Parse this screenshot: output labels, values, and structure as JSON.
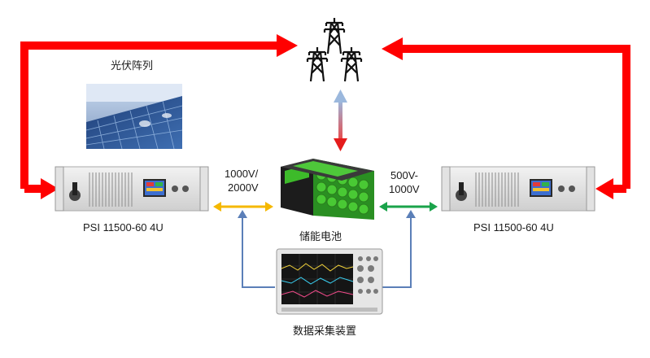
{
  "labels": {
    "pv_array": "光伏阵列",
    "left_device": "PSI 11500-60 4U",
    "right_device": "PSI 11500-60 4U",
    "left_voltage_line1": "1000V/",
    "left_voltage_line2": "2000V",
    "right_voltage_line1": "500V-",
    "right_voltage_line2": "1000V",
    "battery": "储能电池",
    "daq": "数据采集装置"
  },
  "colors": {
    "grid_arrow": "#ff0000",
    "pv_link": "#f5b800",
    "battery_link": "#1aa34a",
    "data_link": "#5b7fb8",
    "battery_green": "#3dbb2a"
  },
  "icons": {
    "grid": "power-tower-icon",
    "solar": "solar-panel-photo",
    "supply": "rack-power-supply",
    "battery": "battery-pack",
    "daq": "oscilloscope"
  }
}
